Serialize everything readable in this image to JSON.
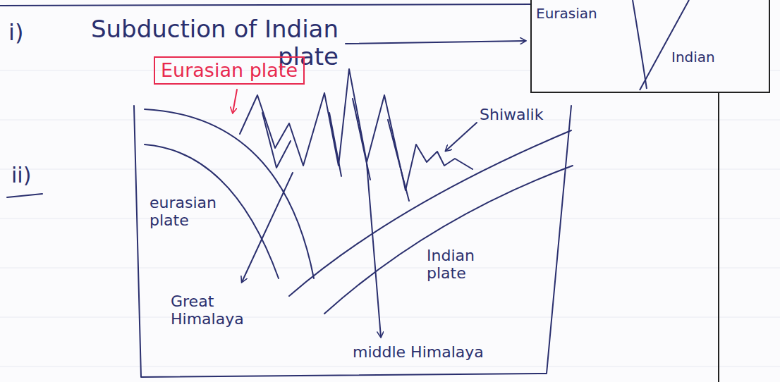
{
  "diagram": {
    "nodes": [
      {
        "text": [
          "Eurasian",
          "Indian"
        ]
      },
      {
        "text": [
          "Eurasian plate"
        ]
      }
    ],
    "labels": [
      "i)",
      "Subduction of Indian plate",
      "ii)",
      "eurasian plate",
      "Indian plate",
      "Great Himalaya",
      "middle Himalaya",
      "Shiwalik"
    ]
  }
}
